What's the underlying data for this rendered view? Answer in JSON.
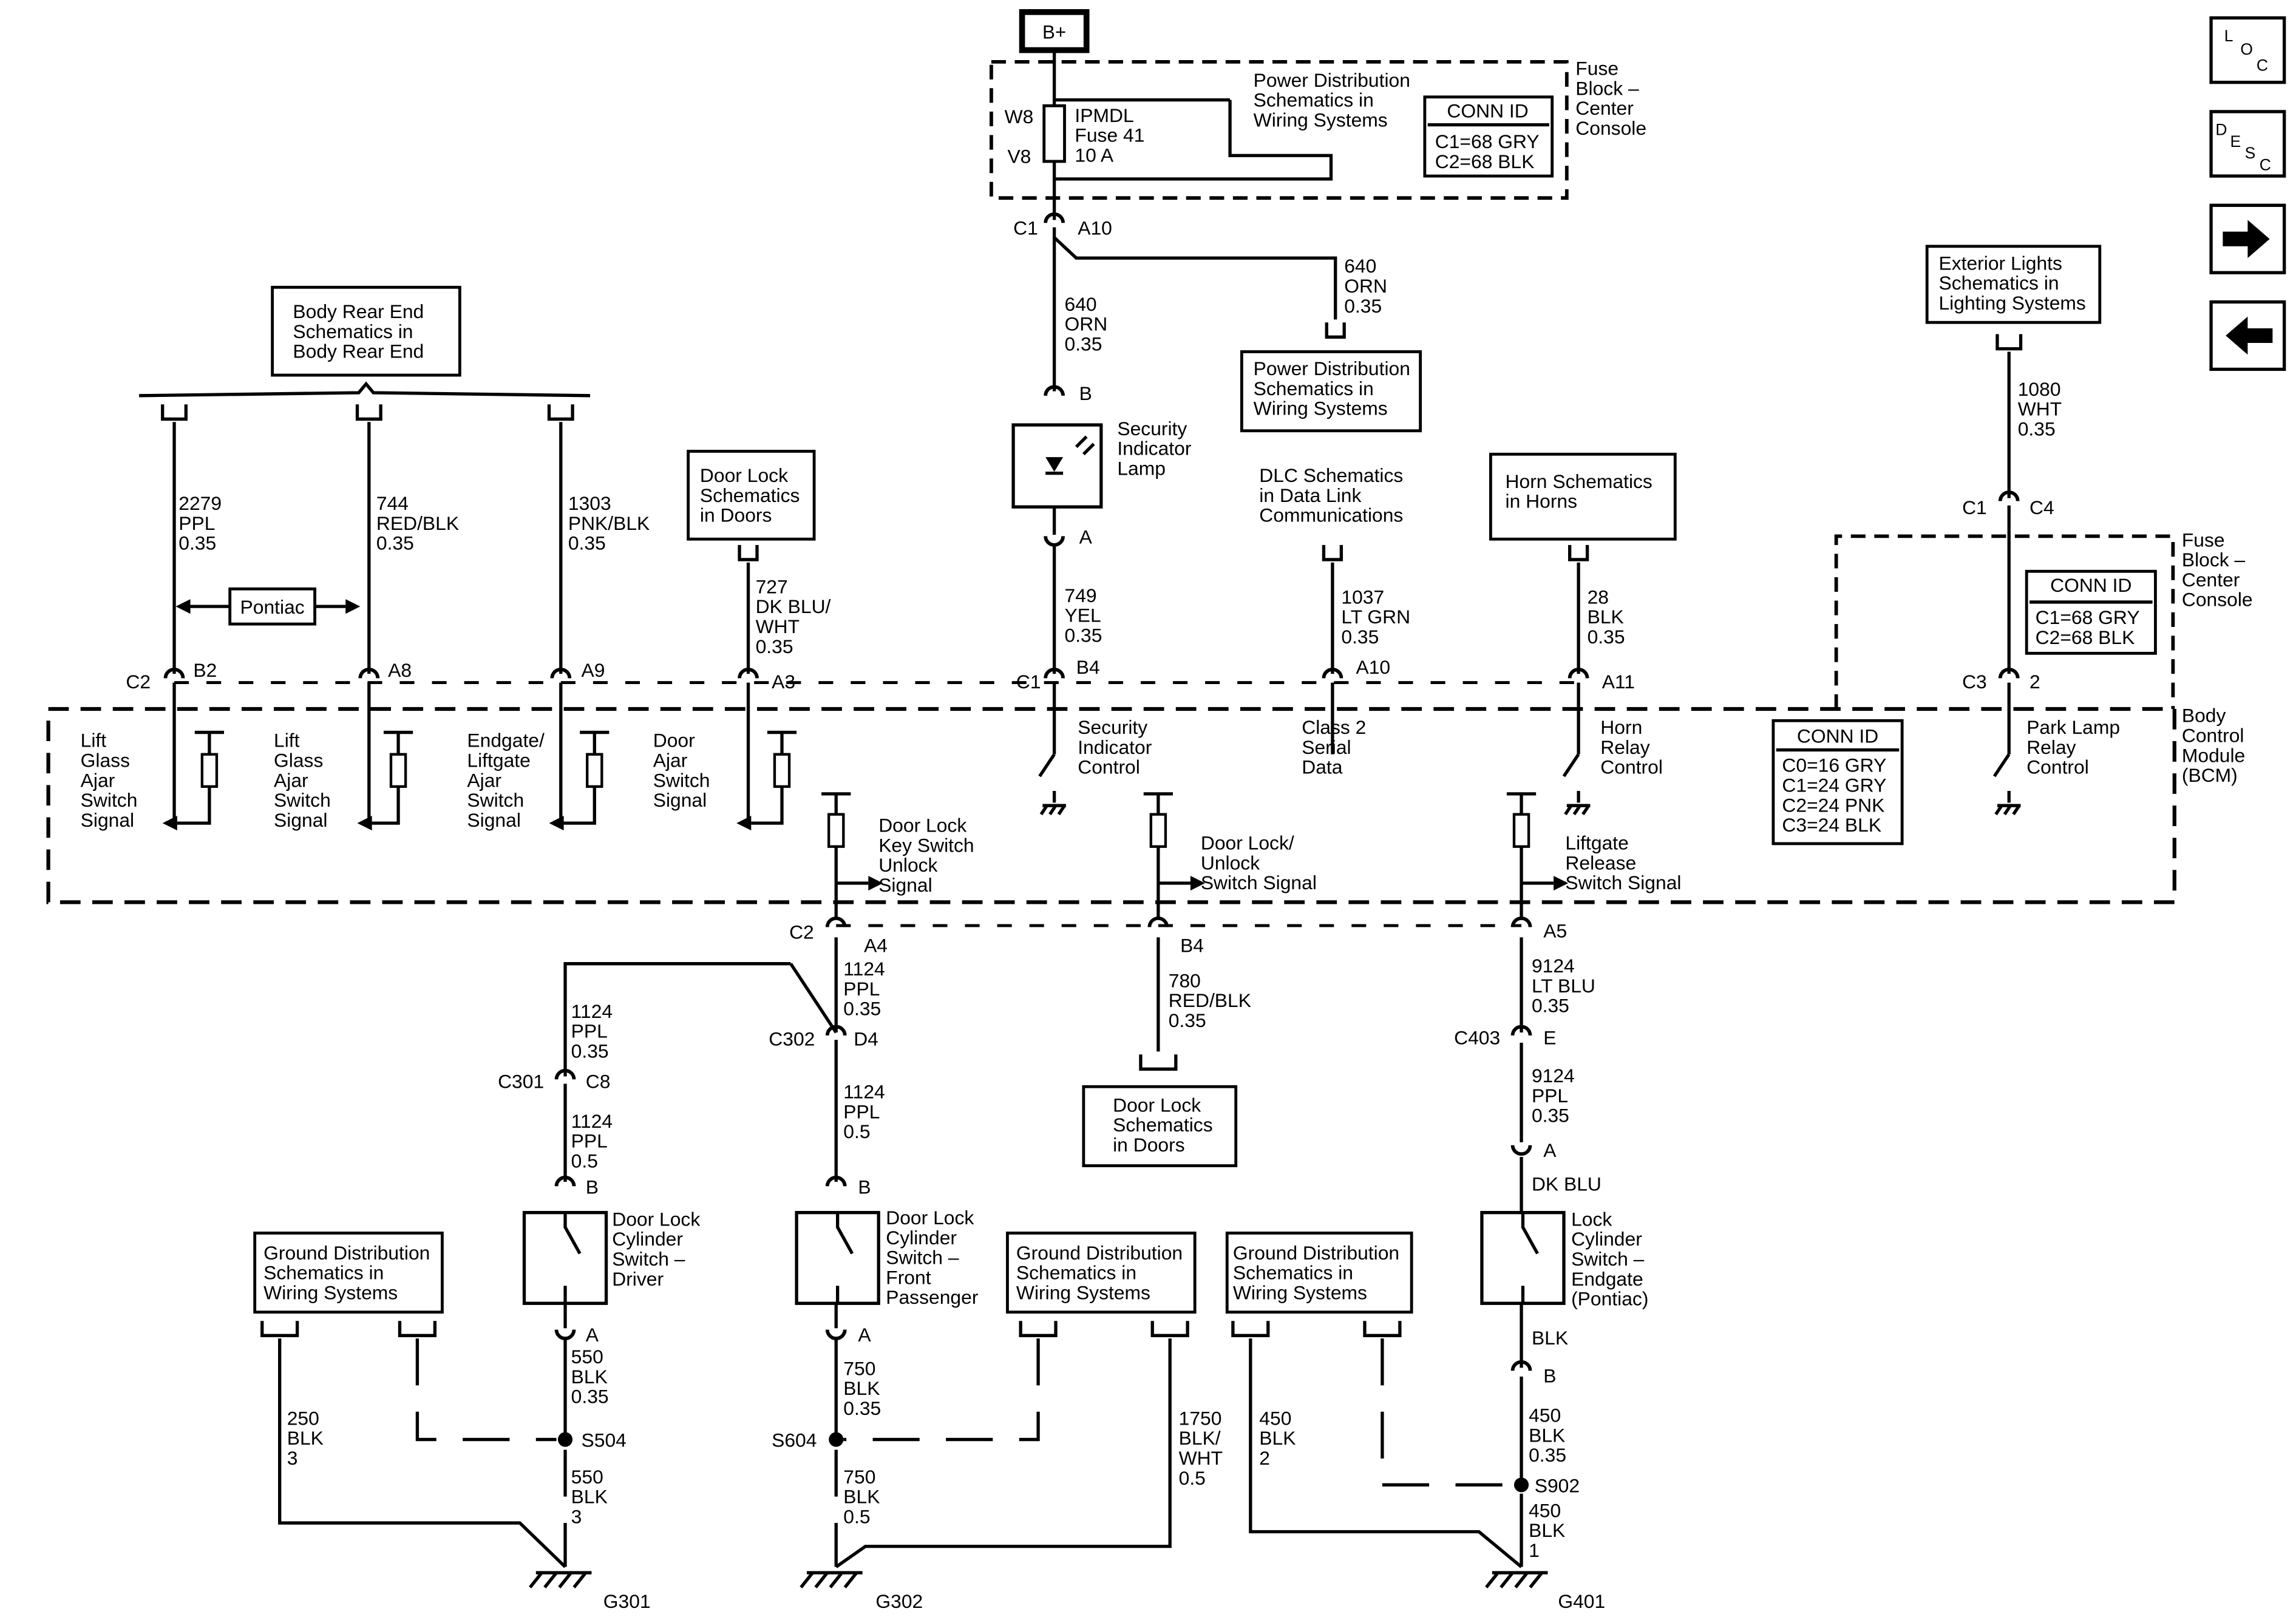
{
  "nav": {
    "loc": [
      "L",
      "O",
      "C"
    ],
    "desc": [
      "D",
      "E",
      "S",
      "C"
    ],
    "icons": [
      "arrow-right-icon",
      "arrow-left-icon"
    ]
  },
  "top": {
    "bplus": "B+",
    "fuse_block_top": [
      "Fuse",
      "Block –",
      "Center",
      "Console"
    ],
    "w8": "W8",
    "v8": "V8",
    "fuse": [
      "IPMDL",
      "Fuse 41",
      "10 A"
    ],
    "pd_ref_top": [
      "Power Distribution",
      "Schematics in",
      "Wiring Systems"
    ],
    "conn_top": {
      "title": "CONN ID",
      "lines": [
        "C1=68 GRY",
        "C2=68 BLK"
      ]
    },
    "c1": "C1",
    "a10": "A10",
    "w640a": [
      "640",
      "ORN",
      "0.35"
    ],
    "w640b": [
      "640",
      "ORN",
      "0.35"
    ],
    "pd_ref_mid": [
      "Power Distribution",
      "Schematics in",
      "Wiring  Systems"
    ]
  },
  "lamp": {
    "b": "B",
    "a": "A",
    "label": [
      "Security",
      "Indicator",
      "Lamp"
    ]
  },
  "body_rear": {
    "ref": [
      "Body Rear End",
      "Schematics in",
      "Body Rear End"
    ],
    "w2279": [
      "2279",
      "PPL",
      "0.35"
    ],
    "w744": [
      "744",
      "RED/BLK",
      "0.35"
    ],
    "w1303": [
      "1303",
      "PNK/BLK",
      "0.35"
    ],
    "pontiac": "Pontiac"
  },
  "door_lock_ref1": [
    "Door Lock",
    "Schematics",
    "in Doors"
  ],
  "w727": [
    "727",
    "DK BLU/",
    "WHT",
    "0.35"
  ],
  "w749": [
    "749",
    "YEL",
    "0.35"
  ],
  "dlc": [
    "DLC Schematics",
    "in Data Link",
    "Communications"
  ],
  "w1037": [
    "1037",
    "LT GRN",
    "0.35"
  ],
  "horn_ref": [
    "Horn Schematics",
    "in Horns"
  ],
  "w28": [
    "28",
    "BLK",
    "0.35"
  ],
  "ext_lights": [
    "Exterior Lights",
    "Schematics in",
    "Lighting Systems"
  ],
  "w1080": [
    "1080",
    "WHT",
    "0.35"
  ],
  "fuse_block_right": [
    "Fuse",
    "Block –",
    "Center",
    "Console"
  ],
  "conn_right": {
    "title": "CONN ID",
    "lines": [
      "C1=68 GRY",
      "C2=68 BLK"
    ]
  },
  "c1c4": [
    "C1",
    "C4"
  ],
  "c3_2": [
    "C3",
    "2"
  ],
  "bcm": {
    "pins_top": {
      "c2": "C2",
      "b2": "B2",
      "a8": "A8",
      "a9": "A9",
      "a3": "A3",
      "c1": "C1",
      "b4": "B4",
      "a10": "A10",
      "a11": "A11"
    },
    "label": [
      "Body",
      "Control",
      "Module",
      "(BCM)"
    ],
    "conn": {
      "title": "CONN ID",
      "lines": [
        "C0=16 GRY",
        "C1=24 GRY",
        "C2=24 PNK",
        "C3=24 BLK"
      ]
    },
    "sig1": [
      "Lift",
      "Glass",
      "Ajar",
      "Switch",
      "Signal"
    ],
    "sig2": [
      "Lift",
      "Glass",
      "Ajar",
      "Switch",
      "Signal"
    ],
    "sig3": [
      "Endgate/",
      "Liftgate",
      "Ajar",
      "Switch",
      "Signal"
    ],
    "sig4": [
      "Door",
      "Ajar",
      "Switch",
      "Signal"
    ],
    "sec_ctrl": [
      "Security",
      "Indicator",
      "Control"
    ],
    "class2": [
      "Class 2",
      "Serial",
      "Data"
    ],
    "horn_relay": [
      "Horn",
      "Relay",
      "Control"
    ],
    "park_lamp": [
      "Park Lamp",
      "Relay",
      "Control"
    ],
    "key_sw": [
      "Door Lock",
      "Key Switch",
      "Unlock",
      "Signal"
    ],
    "unlock_sw": [
      "Door Lock/",
      "Unlock",
      "Switch Signal"
    ],
    "liftgate_sw": [
      "Liftgate",
      "Release",
      "Switch Signal"
    ],
    "pins_bottom": {
      "c2": "C2",
      "a4": "A4",
      "b4": "B4",
      "a5": "A5"
    }
  },
  "lower": {
    "w1124a": [
      "1124",
      "PPL",
      "0.35"
    ],
    "w1124b": [
      "1124",
      "PPL",
      "0.35"
    ],
    "c302": "C302",
    "d4": "D4",
    "c301": "C301",
    "c8": "C8",
    "w1124c": [
      "1124",
      "PPL",
      "0.5"
    ],
    "w1124d": [
      "1124",
      "PPL",
      "0.5"
    ],
    "w780": [
      "780",
      "RED/BLK",
      "0.35"
    ],
    "door_lock_ref2": [
      "Door Lock",
      "Schematics",
      "in Doors"
    ],
    "w9124a": [
      "9124",
      "LT BLU",
      "0.35"
    ],
    "c403": "C403",
    "e": "E",
    "w9124b": [
      "9124",
      "PPL",
      "0.35"
    ],
    "pin_a_right": "A",
    "dkblu": "DK BLU",
    "sw_driver": [
      "Door Lock",
      "Cylinder",
      "Switch –",
      "Driver"
    ],
    "sw_pass": [
      "Door Lock",
      "Cylinder",
      "Switch –",
      "Front",
      "Passenger"
    ],
    "sw_endgate": [
      "Lock",
      "Cylinder",
      "Switch –",
      "Endgate",
      "(Pontiac)"
    ],
    "b1": "B",
    "a1": "A",
    "b2": "B",
    "a2": "A",
    "b3": "B",
    "blk": "BLK",
    "gnd_ref1": [
      "Ground Distribution",
      "Schematics in",
      "Wiring Systems"
    ],
    "gnd_ref2": [
      "Ground Distribution",
      "Schematics in",
      "Wiring Systems"
    ],
    "gnd_ref3": [
      "Ground Distribution",
      "Schematics in",
      "Wiring Systems"
    ],
    "w550a": [
      "550",
      "BLK",
      "0.35"
    ],
    "w550b": [
      "550",
      "BLK",
      "3"
    ],
    "w250": [
      "250",
      "BLK",
      "3"
    ],
    "w750a": [
      "750",
      "BLK",
      "0.35"
    ],
    "w750b": [
      "750",
      "BLK",
      "0.5"
    ],
    "w1750": [
      "1750",
      "BLK/",
      "WHT",
      "0.5"
    ],
    "w450a": [
      "450",
      "BLK",
      "2"
    ],
    "w450b": [
      "450",
      "BLK",
      "0.35"
    ],
    "w450c": [
      "450",
      "BLK",
      "1"
    ],
    "s504": "S504",
    "s604": "S604",
    "s902": "S902",
    "g301": "G301",
    "g302": "G302",
    "g401": "G401"
  }
}
